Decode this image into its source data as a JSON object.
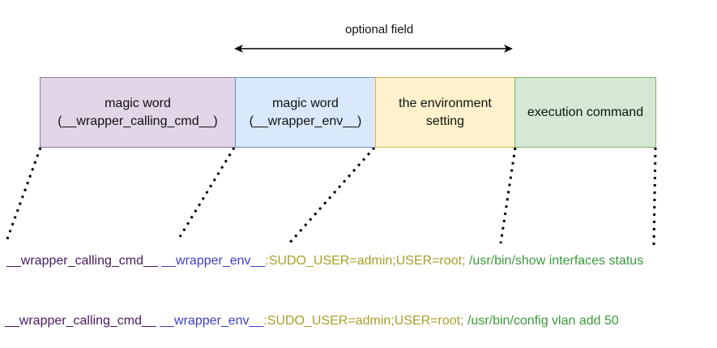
{
  "optional_field_label": "optional field",
  "boxes": [
    {
      "line1": "magic word",
      "line2": "(__wrapper_calling_cmd__)",
      "fill": "#e1d5e7",
      "stroke": "#9673a6"
    },
    {
      "line1": "magic word",
      "line2": "(__wrapper_env__)",
      "fill": "#dae8fc",
      "stroke": "#6c8ebf"
    },
    {
      "line1": "the environment",
      "line2": "setting",
      "fill": "#fff2cc",
      "stroke": "#d6b656"
    },
    {
      "line1": "execution command",
      "line2": "",
      "fill": "#d5e8d4",
      "stroke": "#82b366"
    }
  ],
  "examples": [
    {
      "calling_cmd": "__wrapper_calling_cmd__",
      "env_word": "__wrapper_env__",
      "env": ":SUDO_USER=admin;USER=root;",
      "command": " /usr/bin/show interfaces status"
    },
    {
      "calling_cmd": "__wrapper_calling_cmd__",
      "env_word": "__wrapper_env__",
      "env": ":SUDO_USER=admin;USER=root;",
      "command": " /usr/bin/config vlan add 50"
    }
  ],
  "colors": {
    "calling_cmd": "#4b1a5e",
    "env_word": "#3f3fc4",
    "env": "#a7a02a",
    "command": "#3c9a3c"
  }
}
